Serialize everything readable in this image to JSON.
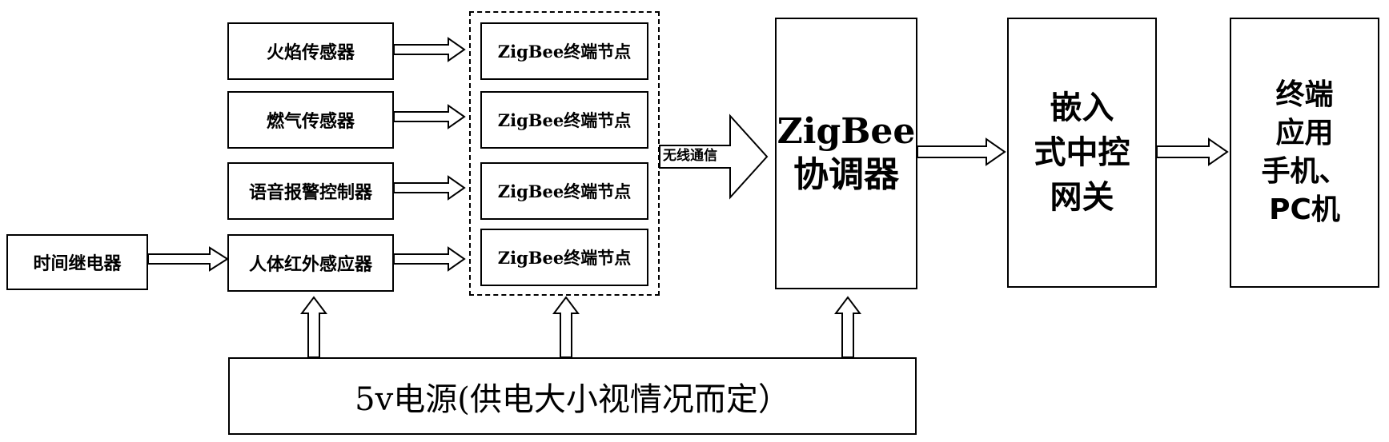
{
  "sensors": {
    "flame": "火焰传感器",
    "gas": "燃气传感器",
    "voice_alarm": "语音报警控制器",
    "pir": "人体红外感应器"
  },
  "relay": "时间继电器",
  "nodes": [
    "ZigBee终端节点",
    "ZigBee终端节点",
    "ZigBee终端节点",
    "ZigBee终端节点"
  ],
  "wireless_label": "无线通信",
  "coordinator": {
    "line1": "ZigBee",
    "line2": "协调器"
  },
  "gateway": {
    "line1": "嵌入",
    "line2": "式中控",
    "line3": "网关"
  },
  "terminal": {
    "line1": "终端",
    "line2": "应用",
    "line3": "手机、",
    "line4": "PC机"
  },
  "power": "5v电源(供电大小视情况而定）"
}
